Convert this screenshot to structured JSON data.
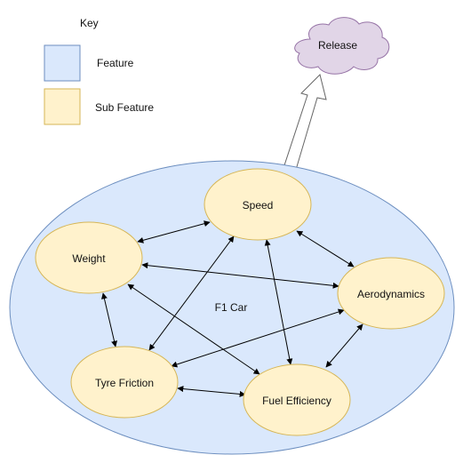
{
  "key": {
    "title": "Key",
    "items": [
      {
        "label": "Feature",
        "fill": "#dae8fc",
        "stroke": "#6c8ebf"
      },
      {
        "label": "Sub Feature",
        "fill": "#fff2cc",
        "stroke": "#d6b656"
      }
    ]
  },
  "release": {
    "label": "Release",
    "fill": "#e1d5e7",
    "stroke": "#9673a6"
  },
  "feature": {
    "label": "F1 Car",
    "fill": "#dae8fc",
    "stroke": "#6c8ebf"
  },
  "sub_features": {
    "speed": "Speed",
    "weight": "Weight",
    "aerodynamics": "Aerodynamics",
    "tyre_friction": "Tyre Friction",
    "fuel_efficiency": "Fuel Efficiency"
  },
  "sub_feature_colors": {
    "fill": "#fff2cc",
    "stroke": "#d6b656"
  },
  "edges": [
    {
      "from": "weight",
      "to": "speed",
      "bidirectional": true
    },
    {
      "from": "weight",
      "to": "aerodynamics",
      "bidirectional": true
    },
    {
      "from": "weight",
      "to": "tyre_friction",
      "bidirectional": true
    },
    {
      "from": "weight",
      "to": "fuel_efficiency",
      "bidirectional": true
    },
    {
      "from": "speed",
      "to": "aerodynamics",
      "bidirectional": true
    },
    {
      "from": "speed",
      "to": "tyre_friction",
      "bidirectional": true
    },
    {
      "from": "speed",
      "to": "fuel_efficiency",
      "bidirectional": true
    },
    {
      "from": "aerodynamics",
      "to": "tyre_friction",
      "bidirectional": true
    },
    {
      "from": "aerodynamics",
      "to": "fuel_efficiency",
      "bidirectional": true
    },
    {
      "from": "tyre_friction",
      "to": "fuel_efficiency",
      "bidirectional": true
    }
  ]
}
